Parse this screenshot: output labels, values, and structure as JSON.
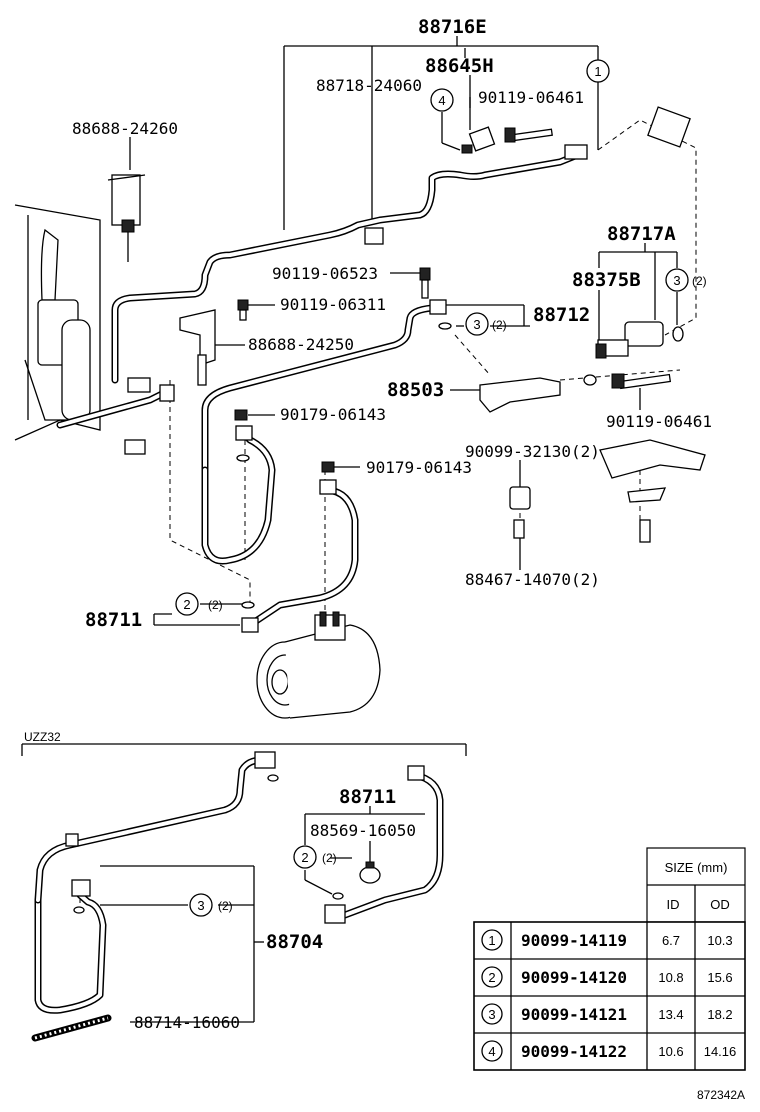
{
  "labels": {
    "p88716E": "88716E",
    "p88645H": "88645H",
    "p88718_24060": "88718-24060",
    "p90119_06461_top": "90119-06461",
    "p88688_24260": "88688-24260",
    "p88717A": "88717A",
    "p90119_06523": "90119-06523",
    "p88375B": "88375B",
    "p90119_06311": "90119-06311",
    "p88712": "88712",
    "p88688_24250": "88688-24250",
    "p88503": "88503",
    "p90179_06143_a": "90179-06143",
    "p90119_06461_bot": "90119-06461",
    "p90099_32130": "90099-32130(2)",
    "p90179_06143_b": "90179-06143",
    "p88467_14070": "88467-14070(2)",
    "p88711_top": "88711",
    "section_uzz32": "UZZ32",
    "p88711_bottom": "88711",
    "p88569_16050": "88569-16050",
    "p88704": "88704",
    "p88714_16060": "88714-16060",
    "figure_id": "872342A"
  },
  "callouts": {
    "c1_top": "1",
    "c4_top": "4",
    "c3_88717": "3",
    "c3_88717_qty": "(2)",
    "c3_88712": "3",
    "c3_88712_qty": "(2)",
    "c2_88711": "2",
    "c2_88711_qty": "(2)",
    "c2_bottom": "2",
    "c2_bottom_qty": "(2)",
    "c3_88704": "3",
    "c3_88704_qty": "(2)"
  },
  "size_table": {
    "title": "SIZE (mm)",
    "col_id": "ID",
    "col_od": "OD",
    "rows": [
      {
        "num": "1",
        "part": "90099-14119",
        "id": "6.7",
        "od": "10.3"
      },
      {
        "num": "2",
        "part": "90099-14120",
        "id": "10.8",
        "od": "15.6"
      },
      {
        "num": "3",
        "part": "90099-14121",
        "id": "13.4",
        "od": "18.2"
      },
      {
        "num": "4",
        "part": "90099-14122",
        "id": "10.6",
        "od": "14.16"
      }
    ]
  }
}
